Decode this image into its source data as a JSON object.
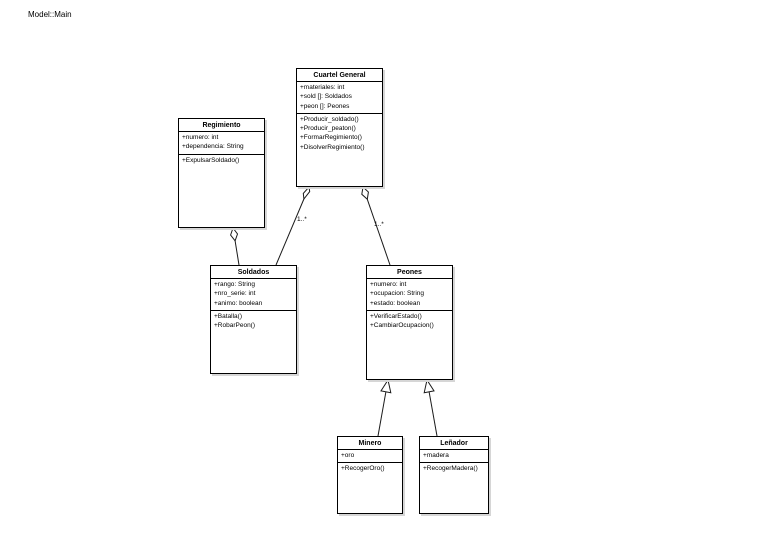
{
  "page_title": "Model::Main",
  "diagram": {
    "type": "uml-class-diagram",
    "colors": {
      "line": "#000000",
      "box_fill": "#ffffff",
      "shadow": "#d6d6d6",
      "background": "#ffffff"
    },
    "classes": [
      {
        "name": "Cuartel General",
        "attributes": [
          "+materiales: int",
          "+sold []: Soldados",
          "+peon []: Peones"
        ],
        "methods": [
          "+Producir_soldado()",
          "+Producir_peaton()",
          "+FormarRegimiento()",
          "+DisolverRegimiento()"
        ]
      },
      {
        "name": "Regimiento",
        "attributes": [
          "+numero: int",
          "+dependencia: String"
        ],
        "methods": [
          "+ExpulsarSoldado()"
        ]
      },
      {
        "name": "Soldados",
        "attributes": [
          "+rango: String",
          "+nro_serie: int",
          "+animo: boolean"
        ],
        "methods": [
          "+Batalla()",
          "+RobarPeon()"
        ]
      },
      {
        "name": "Peones",
        "attributes": [
          "+numero: int",
          "+ocupacion: String",
          "+estado: boolean"
        ],
        "methods": [
          "+VerificarEstado()",
          "+CambiarOcupacion()"
        ]
      },
      {
        "name": "Minero",
        "attributes": [
          "+oro"
        ],
        "methods": [
          "+RecogerOro()"
        ]
      },
      {
        "name": "Leñador",
        "attributes": [
          "+madera"
        ],
        "methods": [
          "+RecogerMadera()"
        ]
      }
    ],
    "relationships": [
      {
        "type": "aggregation",
        "from": "Cuartel General",
        "to": "Soldados",
        "label": "1..*"
      },
      {
        "type": "aggregation",
        "from": "Cuartel General",
        "to": "Peones",
        "label": "1..*"
      },
      {
        "type": "aggregation",
        "from": "Regimiento",
        "to": "Soldados",
        "label": ""
      },
      {
        "type": "generalization",
        "from": "Minero",
        "to": "Peones",
        "label": ""
      },
      {
        "type": "generalization",
        "from": "Leñador",
        "to": "Peones",
        "label": ""
      }
    ]
  }
}
